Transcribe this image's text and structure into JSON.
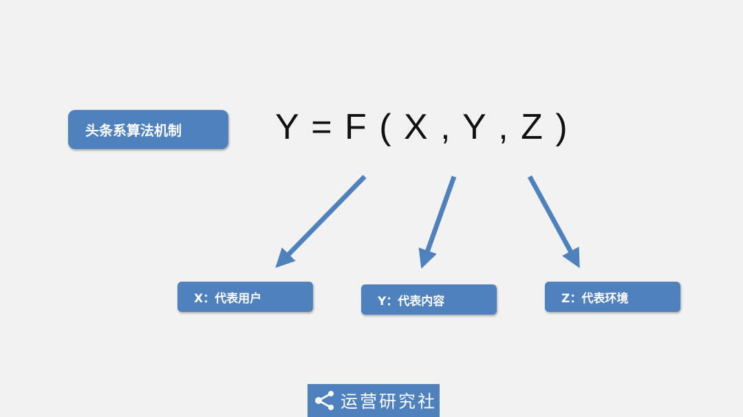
{
  "title": "头条系算法机制",
  "formula": "Y = F ( X , Y , Z )",
  "variables": [
    {
      "label": "X：代表用户"
    },
    {
      "label": "Y：代表内容"
    },
    {
      "label": "Z：代表环境"
    }
  ],
  "logo": {
    "text": "运营研究社",
    "icon": "share-icon"
  },
  "colors": {
    "accent": "#4f81bd",
    "background": "#f2f2f2"
  }
}
